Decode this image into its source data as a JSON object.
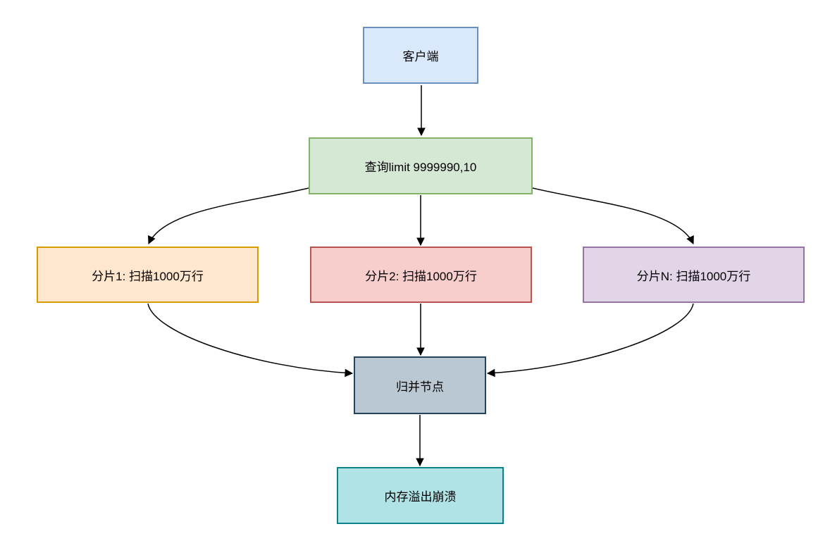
{
  "diagram": {
    "title": "sharded-query-memory-overflow-flowchart",
    "background_color": "#ffffff",
    "edge_color": "#000000",
    "text_color": "#000000",
    "nodes": [
      {
        "id": "client",
        "label": "客户端",
        "fill": "#dae8fc",
        "stroke": "#6c8ebf"
      },
      {
        "id": "query",
        "label": "查询limit 9999990,10",
        "fill": "#d5e8d4",
        "stroke": "#82b366"
      },
      {
        "id": "shard1",
        "label": "分片1: 扫描1000万行",
        "fill": "#ffe6cc",
        "stroke": "#d79b00"
      },
      {
        "id": "shard2",
        "label": "分片2: 扫描1000万行",
        "fill": "#f8cecc",
        "stroke": "#b85450"
      },
      {
        "id": "shardN",
        "label": "分片N: 扫描1000万行",
        "fill": "#e1d5e7",
        "stroke": "#9673a6"
      },
      {
        "id": "merge",
        "label": "归并节点",
        "fill": "#bac8d3",
        "stroke": "#23445d"
      },
      {
        "id": "crash",
        "label": "内存溢出崩溃",
        "fill": "#b0e3e6",
        "stroke": "#0e8088"
      }
    ],
    "edges": [
      {
        "from": "client",
        "to": "query"
      },
      {
        "from": "query",
        "to": "shard1"
      },
      {
        "from": "query",
        "to": "shard2"
      },
      {
        "from": "query",
        "to": "shardN"
      },
      {
        "from": "shard1",
        "to": "merge"
      },
      {
        "from": "shard2",
        "to": "merge"
      },
      {
        "from": "shardN",
        "to": "merge"
      },
      {
        "from": "merge",
        "to": "crash"
      }
    ]
  }
}
